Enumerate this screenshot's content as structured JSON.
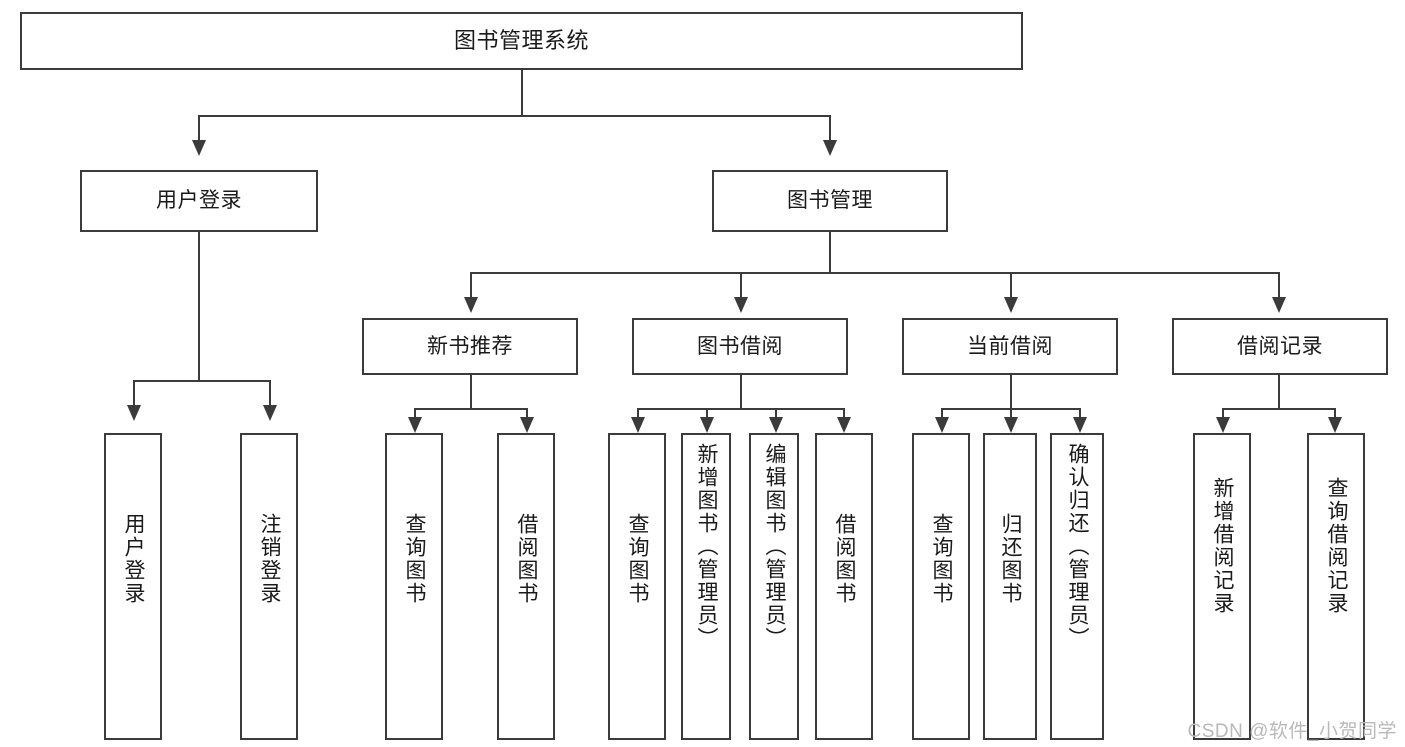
{
  "diagram": {
    "type": "tree-hierarchy",
    "title": "图书管理系统",
    "watermark": "CSDN @软件_小贺同学",
    "colors": {
      "background": "#ffffff",
      "box_border": "#3b3b3b",
      "box_fill": "#ffffff",
      "text": "#1a1a1a",
      "connector": "#3b3b3b",
      "watermark": "#b9b9b9"
    },
    "nodes": {
      "root": {
        "label": "图书管理系统"
      },
      "level2": [
        {
          "id": "user-login",
          "label": "用户登录"
        },
        {
          "id": "book-manage",
          "label": "图书管理"
        }
      ],
      "level3": [
        {
          "id": "new-book-rec",
          "label": "新书推荐"
        },
        {
          "id": "book-borrow",
          "label": "图书借阅"
        },
        {
          "id": "current-borrow",
          "label": "当前借阅"
        },
        {
          "id": "borrow-record",
          "label": "借阅记录"
        }
      ],
      "leaves": {
        "user_login": [
          {
            "id": "leaf-user-login",
            "label": "用户登录"
          },
          {
            "id": "leaf-logout",
            "label": "注销登录"
          }
        ],
        "new_book_rec": [
          {
            "id": "leaf-query-book-1",
            "label": "查询图书"
          },
          {
            "id": "leaf-borrow-book-1",
            "label": "借阅图书"
          }
        ],
        "book_borrow": [
          {
            "id": "leaf-query-book-2",
            "label": "查询图书"
          },
          {
            "id": "leaf-add-book",
            "label": "新增图书（管理员）"
          },
          {
            "id": "leaf-edit-book",
            "label": "编辑图书（管理员）"
          },
          {
            "id": "leaf-borrow-book-2",
            "label": "借阅图书"
          }
        ],
        "current_borrow": [
          {
            "id": "leaf-query-book-3",
            "label": "查询图书"
          },
          {
            "id": "leaf-return-book",
            "label": "归还图书"
          },
          {
            "id": "leaf-confirm-return",
            "label": "确认归还（管理员）"
          }
        ],
        "borrow_record": [
          {
            "id": "leaf-add-record",
            "label": "新增借阅记录"
          },
          {
            "id": "leaf-query-record",
            "label": "查询借阅记录"
          }
        ]
      }
    }
  }
}
